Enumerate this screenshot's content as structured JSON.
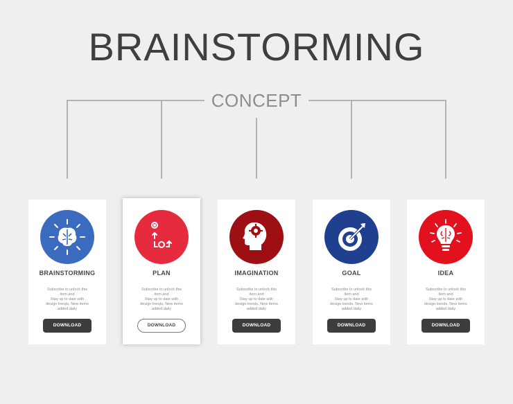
{
  "title": "BRAINSTORMING",
  "subtitle": "CONCEPT",
  "cards": [
    {
      "label": "BRAINSTORMING",
      "description": "Subscribe to unlock this\nitem and\nStay up to date with\ndesign trends. New items\nadded daily",
      "button": "DOWNLOAD",
      "color": "#3b6bbf",
      "icon": "brain-icon"
    },
    {
      "label": "PLAN",
      "description": "Subscribe to unlock this\nitem and\nStay up to date with\ndesign trends. New items\nadded daily",
      "button": "DOWNLOAD",
      "color": "#e62b3e",
      "icon": "plan-flow-icon"
    },
    {
      "label": "IMAGINATION",
      "description": "Subscribe to unlock this\nitem and\nStay up to date with\ndesign trends. New items\nadded daily",
      "button": "DOWNLOAD",
      "color": "#9e0f14",
      "icon": "head-gear-icon"
    },
    {
      "label": "GOAL",
      "description": "Subscribe to unlock this\nitem and\nStay up to date with\ndesign trends. New items\nadded daily",
      "button": "DOWNLOAD",
      "color": "#1f3f8f",
      "icon": "target-icon"
    },
    {
      "label": "IDEA",
      "description": "Subscribe to unlock this\nitem and\nStay up to date with\ndesign trends. New items\nadded daily",
      "button": "DOWNLOAD",
      "color": "#e2111d",
      "icon": "lightbulb-icon"
    }
  ]
}
